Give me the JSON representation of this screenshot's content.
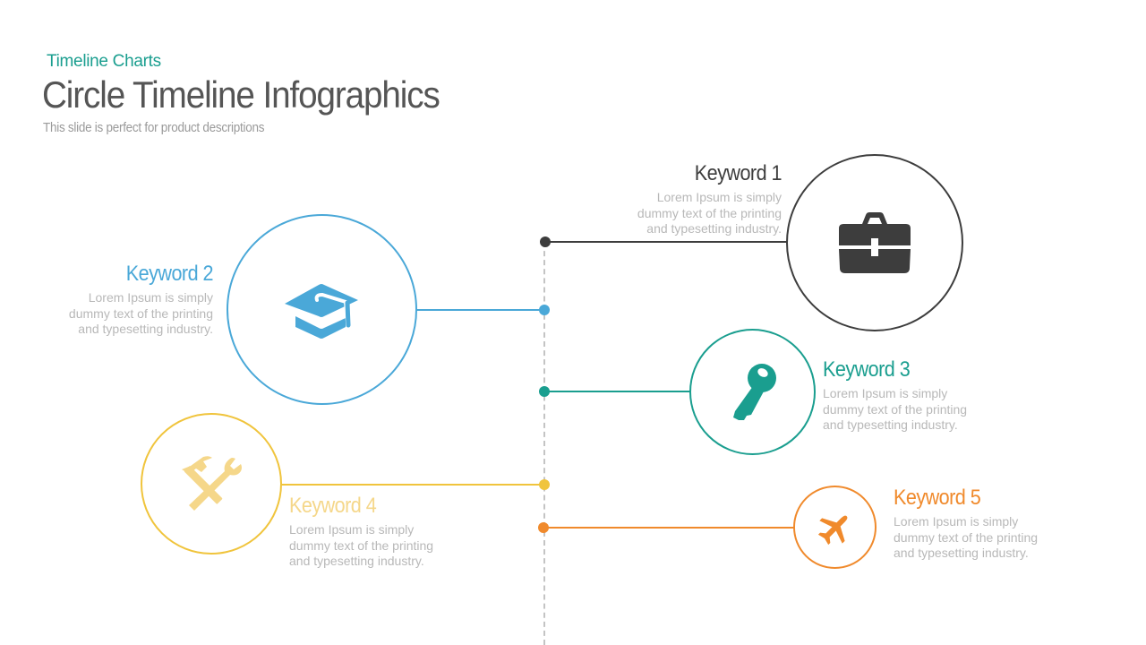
{
  "header": {
    "category": "Timeline Charts",
    "title": "Circle Timeline Infographics",
    "subtitle": "This slide is perfect for product descriptions"
  },
  "timeline": {
    "axis_color": "#c4c4c4",
    "items": [
      {
        "keyword": "Keyword 1",
        "description": [
          "Lorem Ipsum is simply",
          "dummy text of the printing",
          "and typesetting industry."
        ],
        "color": "#3d3d3d",
        "icon": "briefcase-icon",
        "side": "right"
      },
      {
        "keyword": "Keyword 2",
        "description": [
          "Lorem Ipsum is simply",
          "dummy text of the printing",
          "and typesetting industry."
        ],
        "color": "#4aa8d8",
        "icon": "graduation-cap-icon",
        "side": "left"
      },
      {
        "keyword": "Keyword 3",
        "description": [
          "Lorem Ipsum is simply",
          "dummy text of the printing",
          "and typesetting industry."
        ],
        "color": "#1a9e8f",
        "icon": "key-icon",
        "side": "right"
      },
      {
        "keyword": "Keyword 4",
        "description": [
          "Lorem Ipsum is simply",
          "dummy text of the printing",
          "and typesetting industry."
        ],
        "color": "#f0c43c",
        "icon": "tools-icon",
        "side": "left"
      },
      {
        "keyword": "Keyword 5",
        "description": [
          "Lorem Ipsum is simply",
          "dummy text of the printing",
          "and typesetting industry."
        ],
        "color": "#f08a2c",
        "icon": "airplane-icon",
        "side": "right"
      }
    ]
  }
}
